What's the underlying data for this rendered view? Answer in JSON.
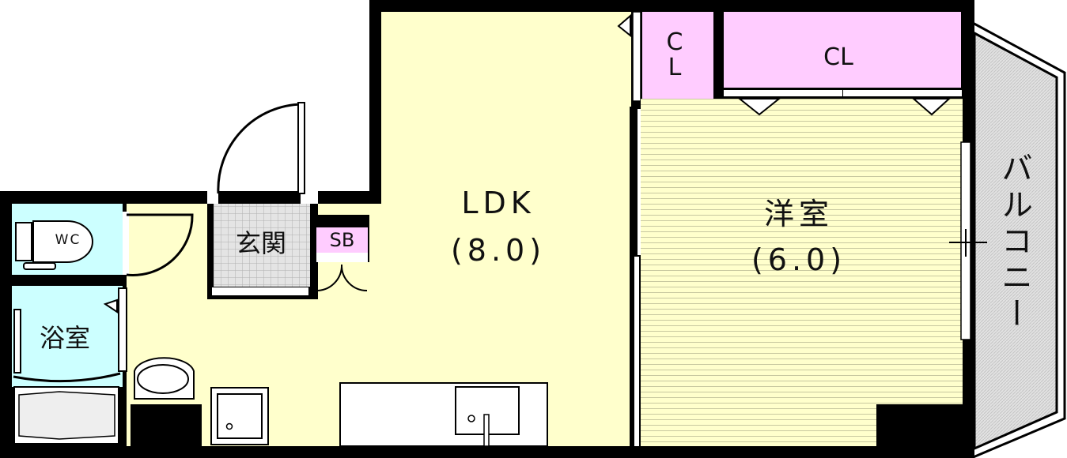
{
  "floorplan": {
    "rooms": {
      "ldk": {
        "name": "LDK",
        "size": "(8.0)"
      },
      "western_room": {
        "name": "洋室",
        "size": "(6.0)"
      },
      "entrance": {
        "name": "玄関"
      },
      "shoe_box": {
        "name": "SB"
      },
      "toilet": {
        "name": "WC"
      },
      "bathroom": {
        "name": "浴室"
      },
      "closet_small": {
        "name": "C L"
      },
      "closet_large": {
        "name": "CL"
      },
      "balcony": {
        "name": "バルコニー"
      }
    },
    "colors": {
      "ldk": "#ffffcc",
      "wet_area": "#ccffff",
      "closet": "#ffccff",
      "entrance": "#d8d8d8",
      "balcony": "#dcdcdc",
      "wall": "#000000"
    }
  }
}
